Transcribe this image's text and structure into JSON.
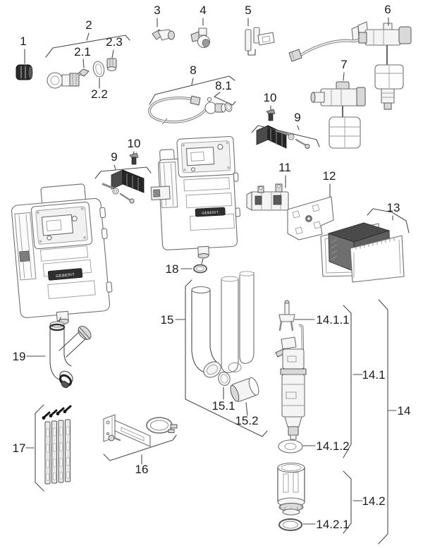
{
  "brand_label": "GEBERIT",
  "callouts": {
    "c1": "1",
    "c2": "2",
    "c2_1": "2.1",
    "c2_2": "2.2",
    "c2_3": "2.3",
    "c3": "3",
    "c4": "4",
    "c5": "5",
    "c6": "6",
    "c7": "7",
    "c8": "8",
    "c8_1": "8.1",
    "c9": "9",
    "c10": "10",
    "c11": "11",
    "c12": "12",
    "c13": "13",
    "c14": "14",
    "c14_1": "14.1",
    "c14_1_1": "14.1.1",
    "c14_1_2": "14.1.2",
    "c14_2": "14.2",
    "c14_2_1": "14.2.1",
    "c15": "15",
    "c15_1": "15.1",
    "c15_2": "15.2",
    "c16": "16",
    "c17": "17",
    "c18": "18",
    "c19": "19"
  }
}
